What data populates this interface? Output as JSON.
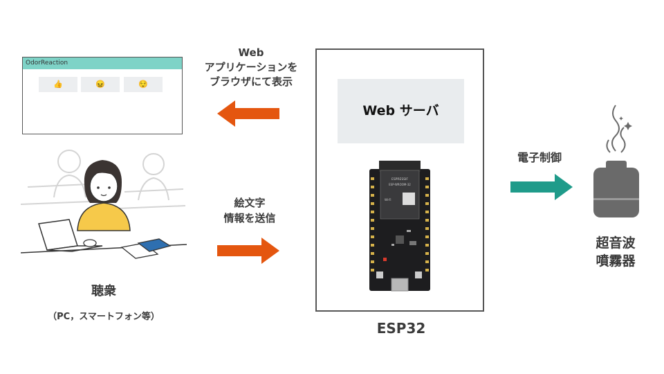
{
  "webapp": {
    "title": "OdorReaction",
    "buttons": [
      {
        "label": "👍"
      },
      {
        "label": "😖"
      },
      {
        "label": "😌"
      }
    ]
  },
  "labels": {
    "browser_line1": "Web",
    "browser_line2": "アプリケーションを",
    "browser_line3": "ブラウザにて表示",
    "emoji_line1": "絵文字",
    "emoji_line2": "情報を送信",
    "audience": "聴衆",
    "audience_devices": "（PC，スマートフォン等）",
    "web_server": "Web サーバ",
    "esp32": "ESP32",
    "electronic_control": "電子制御",
    "humidifier_line1": "超音波",
    "humidifier_line2": "噴霧器",
    "board_brand": "ESPRESSIF",
    "board_model": "ESP-WROOM-32",
    "board_wifi": "Wi-Fi"
  },
  "colors": {
    "orange_arrow": "#e4560f",
    "teal_arrow": "#1f9b8a",
    "header_teal": "#7ed3c7",
    "sweater_yellow": "#f6c94a",
    "book_blue": "#2e6fb0"
  }
}
